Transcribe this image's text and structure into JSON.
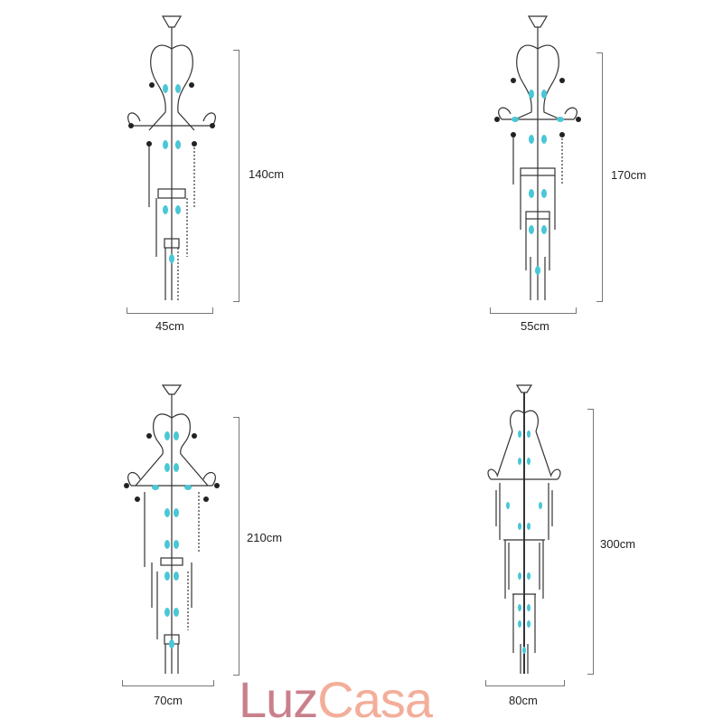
{
  "brand": {
    "part1": "Luz",
    "part2": "Casa",
    "color1": "#c9808a",
    "color2": "#f3ae9a"
  },
  "accent_color": "#49c7d6",
  "variants": [
    {
      "height": "140cm",
      "width": "45cm"
    },
    {
      "height": "170cm",
      "width": "55cm"
    },
    {
      "height": "210cm",
      "width": "70cm"
    },
    {
      "height": "300cm",
      "width": "80cm"
    }
  ]
}
